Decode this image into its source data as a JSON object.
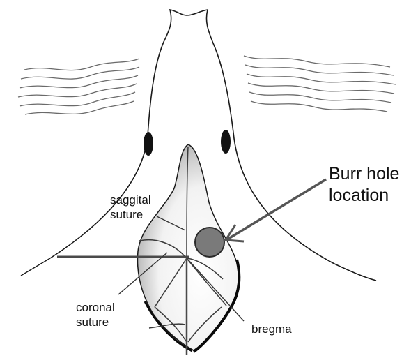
{
  "labels": {
    "burr_hole_line1": "Burr hole",
    "burr_hole_line2": "location",
    "saggital_line1": "saggital",
    "saggital_line2": "suture",
    "coronal_line1": "coronal",
    "coronal_line2": "suture",
    "bregma": "bregma"
  },
  "colors": {
    "outline": "#1a1a1a",
    "line": "#555555",
    "burr_hole_fill": "#7a7a7a",
    "whisker": "#6a6a6a",
    "background": "#ffffff"
  }
}
